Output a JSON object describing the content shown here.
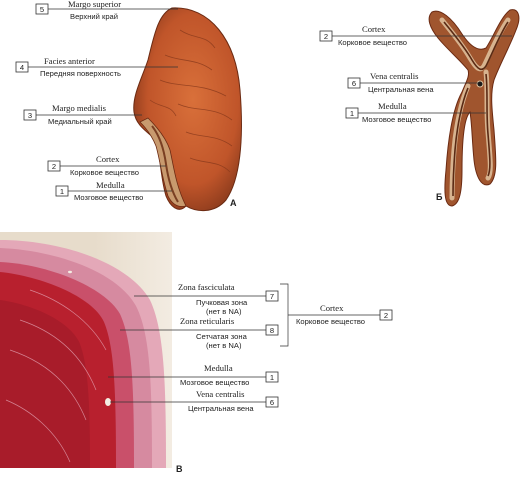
{
  "panels": {
    "a": "А",
    "b": "Б",
    "v": "В"
  },
  "panel_a": {
    "labels": [
      {
        "num": "5",
        "latin": "Margo superior",
        "russian": "Верхний край"
      },
      {
        "num": "4",
        "latin": "Facies anterior",
        "russian": "Передняя поверхность"
      },
      {
        "num": "3",
        "latin": "Margo medialis",
        "russian": "Медиальный край"
      },
      {
        "num": "2",
        "latin": "Cortex",
        "russian": "Корковое вещество"
      },
      {
        "num": "1",
        "latin": "Medulla",
        "russian": "Мозговое вещество"
      }
    ]
  },
  "panel_b": {
    "labels": [
      {
        "num": "2",
        "latin": "Cortex",
        "russian": "Корковое вещество"
      },
      {
        "num": "6",
        "latin": "Vena centralis",
        "russian": "Центральная вена"
      },
      {
        "num": "1",
        "latin": "Medulla",
        "russian": "Мозговое вещество"
      }
    ]
  },
  "panel_v": {
    "labels": [
      {
        "num": "7",
        "latin": "Zona fasciculata",
        "russian": "Пучковая зона",
        "note": "(нет в NA)"
      },
      {
        "num": "8",
        "latin": "Zona reticularis",
        "russian": "Сетчатая зона",
        "note": "(нет в NA)"
      },
      {
        "num": "1",
        "latin": "Medulla",
        "russian": "Мозговое вещество"
      },
      {
        "num": "6",
        "latin": "Vena centralis",
        "russian": "Центральная вена"
      }
    ],
    "bracket": {
      "num": "2",
      "latin": "Cortex",
      "russian": "Корковое вещество"
    }
  },
  "colors": {
    "gland_orange": "#c0552a",
    "gland_dark": "#8a3a1c",
    "cortex_tan": "#c89a6e",
    "section_pink": "#d68aa0",
    "section_red": "#b8202e",
    "background_beige": "#e7dccb"
  }
}
